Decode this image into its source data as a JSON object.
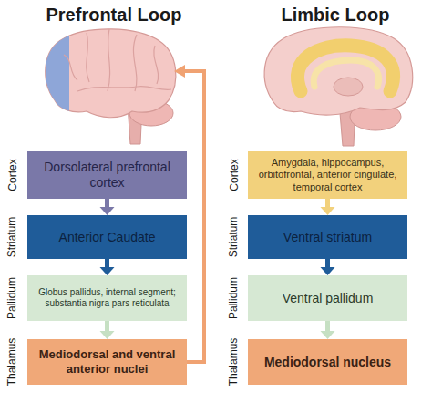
{
  "diagram": {
    "nodes": [
      {
        "text": [
          "Dorsolateral prefrontal cortex"
        ]
      },
      {
        "text": [
          "Anterior Caudate"
        ]
      },
      {
        "text": [
          "Globus pallidus, internal segment; substantia nigra pars reticulata"
        ]
      },
      {
        "text": [
          "Mediodorsal and ventral anterior nuclei"
        ]
      },
      {
        "text": [
          "Amygdala, hippocampus, orbitofrontal, anterior cingulate, temporal cortex"
        ]
      },
      {
        "text": [
          "Ventral striatum"
        ]
      },
      {
        "text": [
          "Ventral pallidum"
        ]
      },
      {
        "text": [
          "Mediodorsal nucleus"
        ]
      }
    ],
    "edges": [
      {
        "from": 0,
        "to": 1,
        "arrow": "to"
      },
      {
        "from": 1,
        "to": 2,
        "arrow": "to"
      },
      {
        "from": 2,
        "to": 3,
        "arrow": "to"
      },
      {
        "from": 4,
        "to": 5,
        "arrow": "to"
      },
      {
        "from": 5,
        "to": 6,
        "arrow": "to"
      },
      {
        "from": 6,
        "to": 7,
        "arrow": "to"
      }
    ],
    "labels": [
      "Prefrontal Loop",
      "Limbic Loop",
      "Cortex",
      "Striatum",
      "Pallidum",
      "Thalamus",
      "Cortex",
      "Striatum",
      "Pallidum",
      "Thalamus"
    ]
  }
}
